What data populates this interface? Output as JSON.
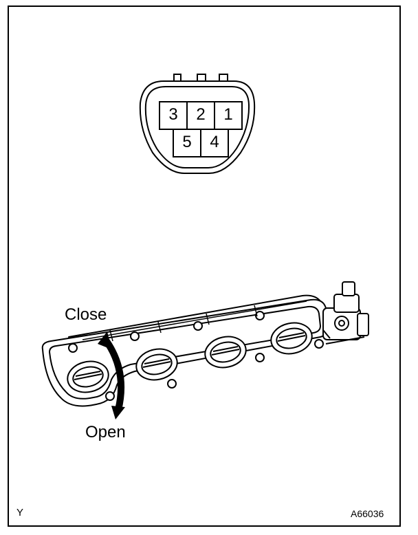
{
  "connector": {
    "pins": [
      {
        "id": "pin-3",
        "label": "3"
      },
      {
        "id": "pin-2",
        "label": "2"
      },
      {
        "id": "pin-1",
        "label": "1"
      },
      {
        "id": "pin-5",
        "label": "5"
      },
      {
        "id": "pin-4",
        "label": "4"
      }
    ]
  },
  "labels": {
    "close": "Close",
    "open": "Open"
  },
  "corner": {
    "left_code": "Y",
    "figure_id": "A66036"
  }
}
